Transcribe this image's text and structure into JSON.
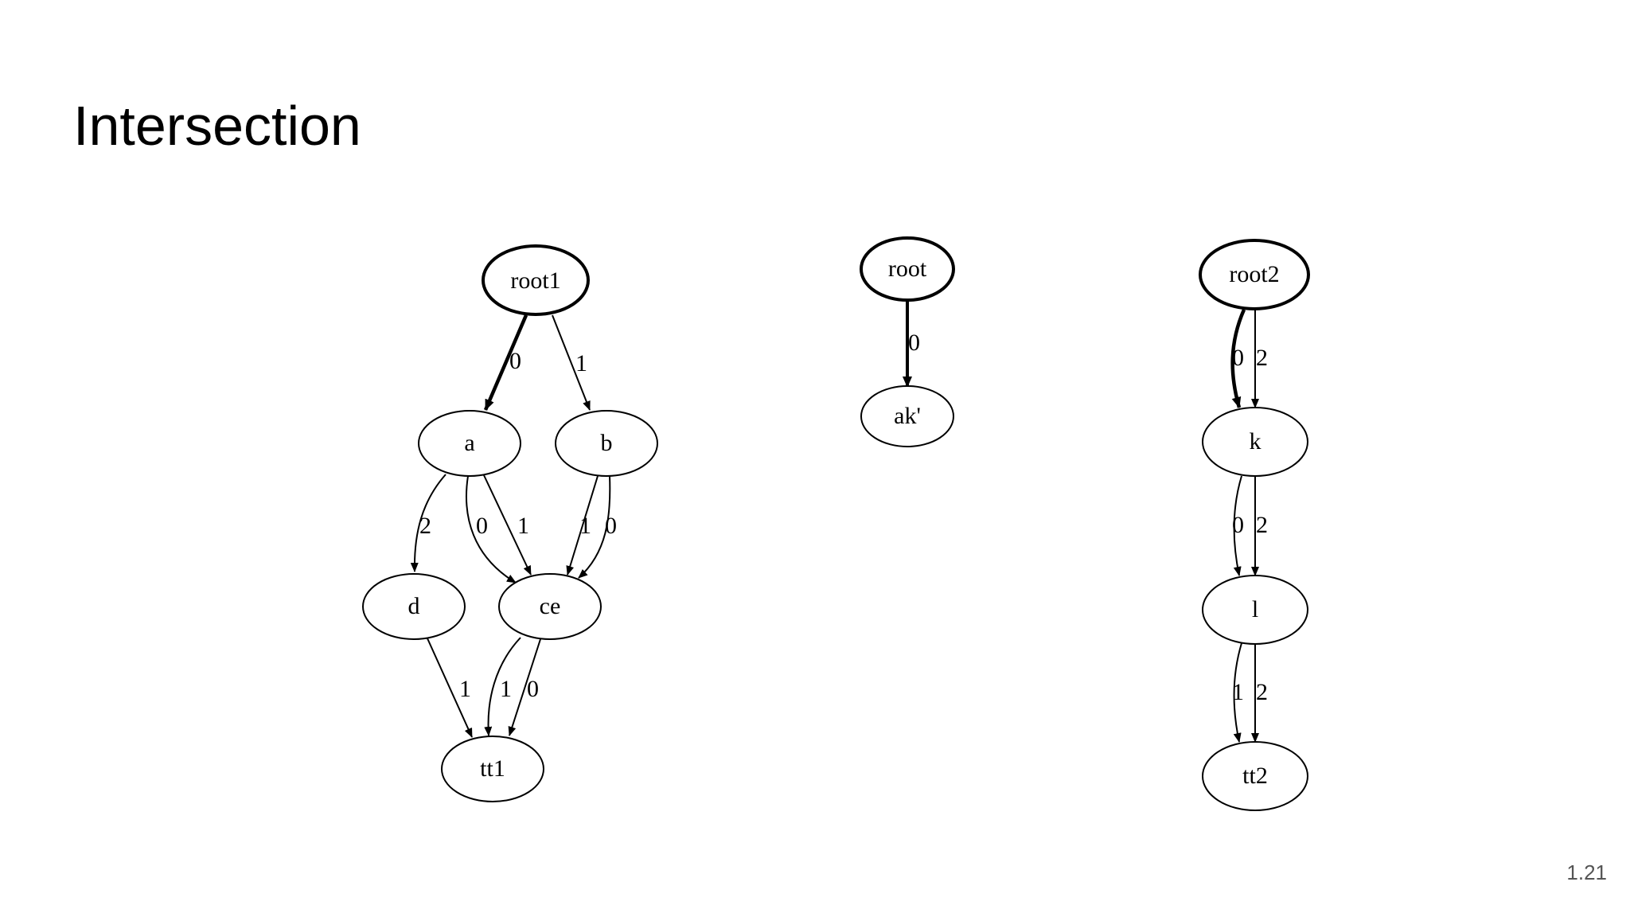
{
  "slide": {
    "title": "Intersection",
    "page_number": "1.21"
  },
  "graphs": [
    {
      "nodes": [
        {
          "id": "root1",
          "label": "root1",
          "bold": true
        },
        {
          "id": "a",
          "label": "a"
        },
        {
          "id": "b",
          "label": "b"
        },
        {
          "id": "d",
          "label": "d"
        },
        {
          "id": "ce",
          "label": "ce"
        },
        {
          "id": "tt1",
          "label": "tt1"
        }
      ],
      "edges": [
        {
          "from": "root1",
          "to": "a",
          "label": "0",
          "bold": true
        },
        {
          "from": "root1",
          "to": "b",
          "label": "1"
        },
        {
          "from": "a",
          "to": "d",
          "label": "2"
        },
        {
          "from": "a",
          "to": "ce",
          "label": "0"
        },
        {
          "from": "a",
          "to": "ce",
          "label": "1"
        },
        {
          "from": "b",
          "to": "ce",
          "label": "1"
        },
        {
          "from": "b",
          "to": "ce",
          "label": "0"
        },
        {
          "from": "d",
          "to": "tt1",
          "label": "1"
        },
        {
          "from": "ce",
          "to": "tt1",
          "label": "1"
        },
        {
          "from": "ce",
          "to": "tt1",
          "label": "0"
        }
      ]
    },
    {
      "nodes": [
        {
          "id": "root",
          "label": "root",
          "bold": true
        },
        {
          "id": "ak",
          "label": "ak'"
        }
      ],
      "edges": [
        {
          "from": "root",
          "to": "ak",
          "label": "0",
          "bold": true
        }
      ]
    },
    {
      "nodes": [
        {
          "id": "root2",
          "label": "root2",
          "bold": true
        },
        {
          "id": "k",
          "label": "k"
        },
        {
          "id": "l",
          "label": "l"
        },
        {
          "id": "tt2",
          "label": "tt2"
        }
      ],
      "edges": [
        {
          "from": "root2",
          "to": "k",
          "label": "0",
          "bold": true
        },
        {
          "from": "root2",
          "to": "k",
          "label": "2"
        },
        {
          "from": "k",
          "to": "l",
          "label": "0"
        },
        {
          "from": "k",
          "to": "l",
          "label": "2"
        },
        {
          "from": "l",
          "to": "tt2",
          "label": "1"
        },
        {
          "from": "l",
          "to": "tt2",
          "label": "2"
        }
      ]
    }
  ]
}
